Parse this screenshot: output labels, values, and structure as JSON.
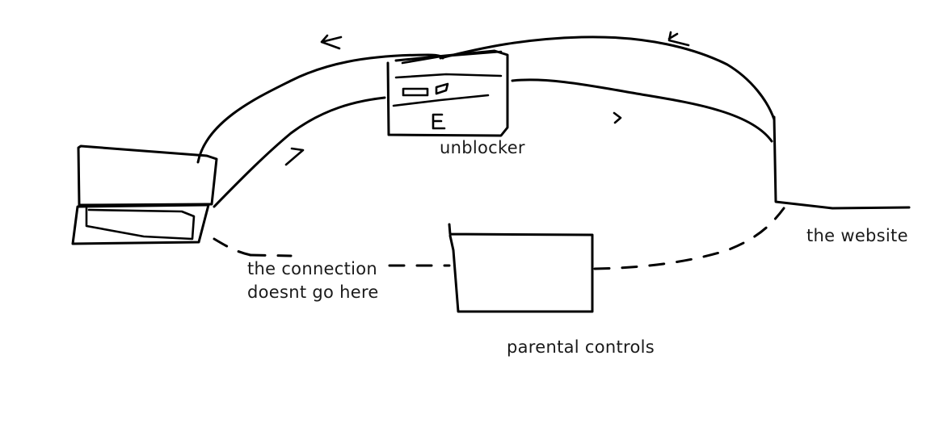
{
  "diagram": {
    "background": "#ffffff",
    "ink_color": "#000000",
    "labels": {
      "unblocker": "unblocker",
      "website": "the website",
      "parental_controls": "parental controls",
      "connection_line1": "the connection",
      "connection_line2": "doesnt go here"
    },
    "elements": {
      "laptop": "laptop-icon",
      "unblocker_window": "browser-window-icon",
      "website_server": "website-outline",
      "parental_box": "parental-controls-box"
    }
  }
}
